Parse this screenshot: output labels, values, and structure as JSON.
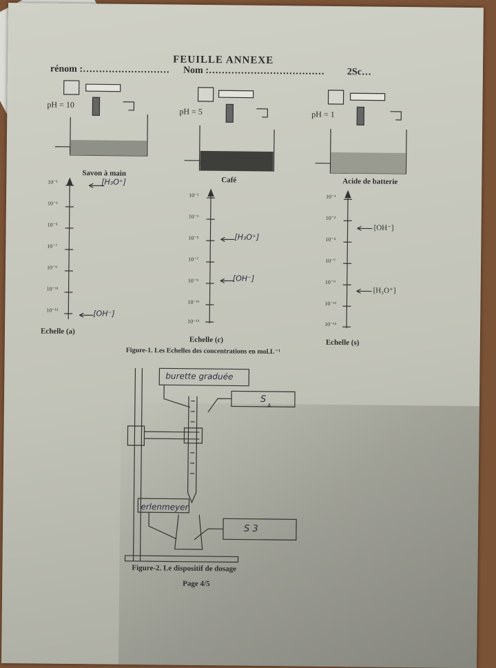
{
  "header": {
    "title": "FEUILLE ANNEXE",
    "prenom": "rénom :………………………",
    "nom": "Nom :………………………………",
    "classe": "2Sc…"
  },
  "beakers": [
    {
      "ph": "pH = 10",
      "name": "Savon à main"
    },
    {
      "ph": "pH = 5",
      "name": "Café"
    },
    {
      "ph": "pH = 1",
      "name": "Acide de batterie"
    }
  ],
  "scales": [
    {
      "caption": "Echelle (a)",
      "ticks": [
        "10⁻¹",
        "10⁻³",
        "10⁻⁵",
        "10⁻⁷",
        "10⁻⁹",
        "10⁻¹¹",
        "10⁻¹³"
      ],
      "labels": [
        "[H₃O⁺]",
        "[OH⁻]"
      ]
    },
    {
      "caption": "Echelle (c)",
      "ticks": [
        "10⁻¹",
        "10⁻³",
        "10⁻⁵",
        "10⁻⁷",
        "10⁻⁹",
        "10⁻¹¹",
        "10⁻¹³"
      ],
      "labels": [
        "[H₃O⁺]",
        "[OH⁻]"
      ]
    },
    {
      "caption": "Echelle (s)",
      "ticks": [
        "10⁻¹",
        "10⁻³",
        "10⁻⁵",
        "10⁻⁷",
        "10⁻⁹",
        "10⁻¹¹",
        "10⁻¹³"
      ],
      "labels": [
        "[OH⁻]",
        "[H₃O⁺]"
      ]
    }
  ],
  "figure1_caption": "Figure-1. Les Echelles des concentrations en mol.L⁻¹",
  "figure2": {
    "burette_label": "burette graduée",
    "erlenmeyer_label": "erlenmeyer",
    "s_a_label": "S",
    "s_a_sub": "A",
    "s_b_label": "S 3",
    "caption": "Figure-2. Le dispositif de dosage"
  },
  "page": "Page 4/5"
}
